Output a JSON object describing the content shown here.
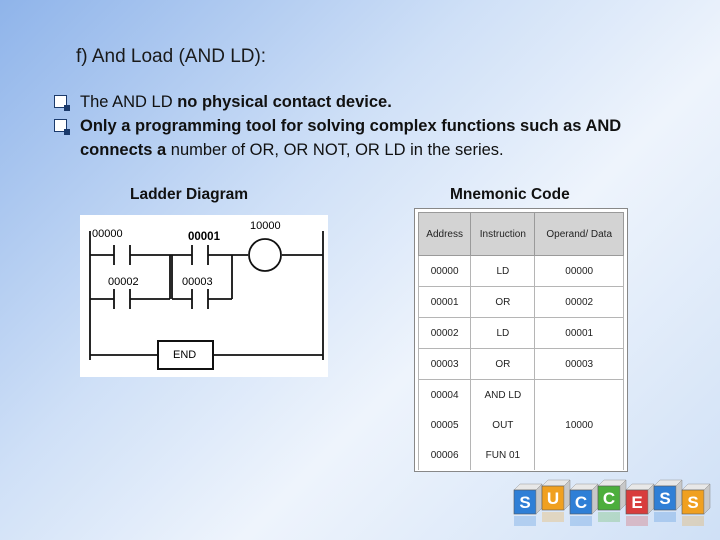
{
  "title": "f) And Load (AND LD):",
  "bullets": [
    {
      "normal": "The AND LD ",
      "bold": "no physical contact device.",
      "rest": ""
    },
    {
      "normal": "",
      "bold": "Only a programming tool for solving complex functions such as AND connects a",
      "rest": " number of OR, OR NOT, OR LD in the series."
    }
  ],
  "ladder_header": "Ladder Diagram",
  "mnemonic_header": "Mnemonic Code",
  "ladder": {
    "contact_a": "00000",
    "contact_b": "00001",
    "contact_c": "00002",
    "contact_d": "00003",
    "coil": "10000",
    "end_label": "END"
  },
  "table": {
    "headers": [
      "Address",
      "Instruction",
      "Operand/ Data"
    ],
    "rows": [
      [
        "00000",
        "LD",
        "00000"
      ],
      [
        "00001",
        "OR",
        "00002"
      ],
      [
        "00002",
        "LD",
        "00001"
      ],
      [
        "00003",
        "OR",
        "00003"
      ],
      [
        "00004",
        "AND LD",
        ""
      ],
      [
        "00005",
        "OUT",
        "10000"
      ],
      [
        "00006",
        "FUN 01",
        ""
      ]
    ]
  },
  "logo_letters": [
    "S",
    "U",
    "C",
    "C",
    "E",
    "S",
    "S"
  ],
  "colors": {
    "logo_blue": "#2f7fd6",
    "logo_orange": "#f0a020",
    "logo_green": "#4cae3c",
    "logo_red": "#d83c3c"
  }
}
